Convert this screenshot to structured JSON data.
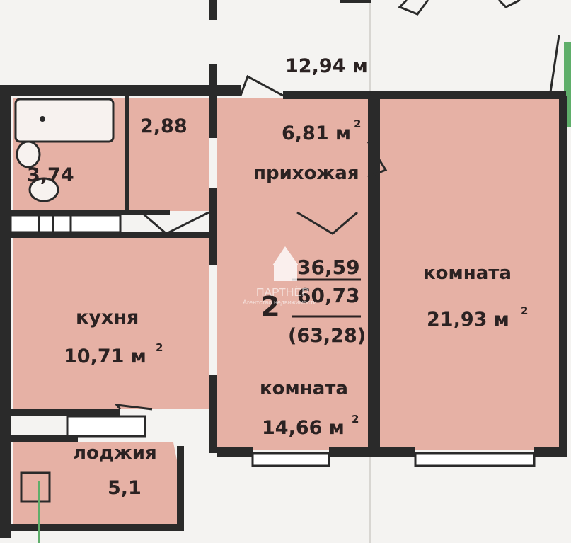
{
  "colors": {
    "room_fill": "#e6b1a5",
    "wall": "#2a2a2a",
    "background": "#f4f3f1",
    "balcony_edge": "#5fae6a"
  },
  "outside": {
    "area_label": "12,94 м"
  },
  "rooms": {
    "bathroom": {
      "area": "3,74"
    },
    "closet": {
      "area": "2,88"
    },
    "hallway": {
      "name": "прихожая",
      "area": "6,81 м",
      "unit_sup": "2"
    },
    "kitchen": {
      "name": "кухня",
      "area": "10,71 м",
      "unit_sup": "2"
    },
    "room_small": {
      "name": "комната",
      "area": "14,66 м",
      "unit_sup": "2"
    },
    "room_large": {
      "name": "комната",
      "area": "21,93 м",
      "unit_sup": "2"
    },
    "loggia": {
      "name": "лоджия",
      "area": "5,1"
    }
  },
  "summary": {
    "rooms_count": "2",
    "living_area": "36,59",
    "total_area": "60,73",
    "total_with_loggia": "(63,28)"
  },
  "watermark": {
    "brand": "ПАРТНЁР",
    "tagline": "Агентство недвижимости",
    "icon": "house-key-icon"
  }
}
